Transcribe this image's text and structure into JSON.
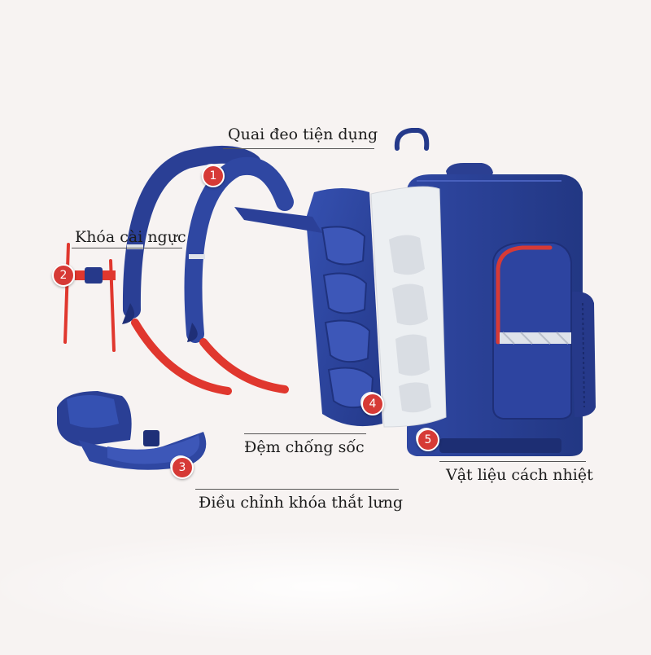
{
  "labels": {
    "strap": "Quai đeo tiện dụng",
    "chest_buckle": "Khóa cài ngực",
    "waist_belt": "Điều chỉnh khóa thắt lưng",
    "shock_pad": "Đệm chống sốc",
    "insulation": "Vật liệu cách nhiệt"
  },
  "badges": {
    "strap": "1",
    "chest_buckle": "2",
    "waist_belt": "3",
    "shock_pad": "4",
    "insulation": "5"
  },
  "colors": {
    "background": "#f7f3f2",
    "bag_blue": "#2a3f95",
    "accent_red": "#d63a36",
    "webbing_red": "#e0372e",
    "panel_white": "#eceff2"
  }
}
